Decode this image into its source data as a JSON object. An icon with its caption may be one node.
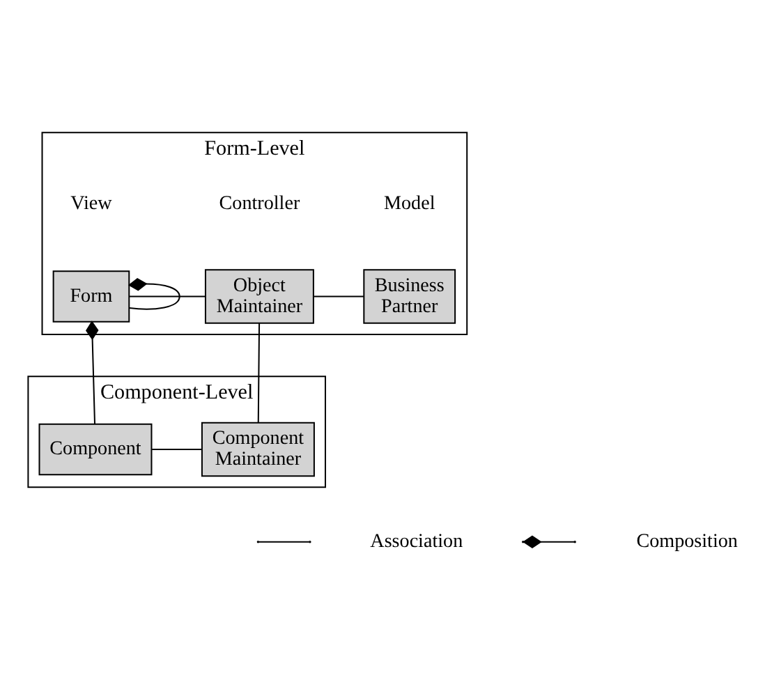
{
  "diagram": {
    "nodes": [
      {
        "text": [
          "Form-Level"
        ]
      },
      {
        "text": [
          "Form"
        ],
        "in": 0
      },
      {
        "text": [
          "Object Maintainer"
        ],
        "in": 0
      },
      {
        "text": [
          "Business Partner"
        ],
        "in": 0
      },
      {
        "text": [
          "Component-Level"
        ]
      },
      {
        "text": [
          "Component"
        ],
        "in": 4
      },
      {
        "text": [
          "Component Maintainer"
        ],
        "in": 4
      }
    ],
    "edges": [
      {
        "from": 1,
        "to": 2,
        "arrow": "none"
      },
      {
        "from": 2,
        "to": 3,
        "arrow": "none"
      },
      {
        "from": 1,
        "to": 1,
        "arrow": "other"
      },
      {
        "from": 1,
        "to": 5,
        "arrow": "other"
      },
      {
        "from": 5,
        "to": 6,
        "arrow": "none"
      },
      {
        "from": 2,
        "to": 6,
        "arrow": "none"
      }
    ],
    "labels": [
      "View",
      "Controller",
      "Model"
    ],
    "legend": [
      {
        "text": "Association"
      },
      {
        "text": "Composition"
      }
    ]
  }
}
